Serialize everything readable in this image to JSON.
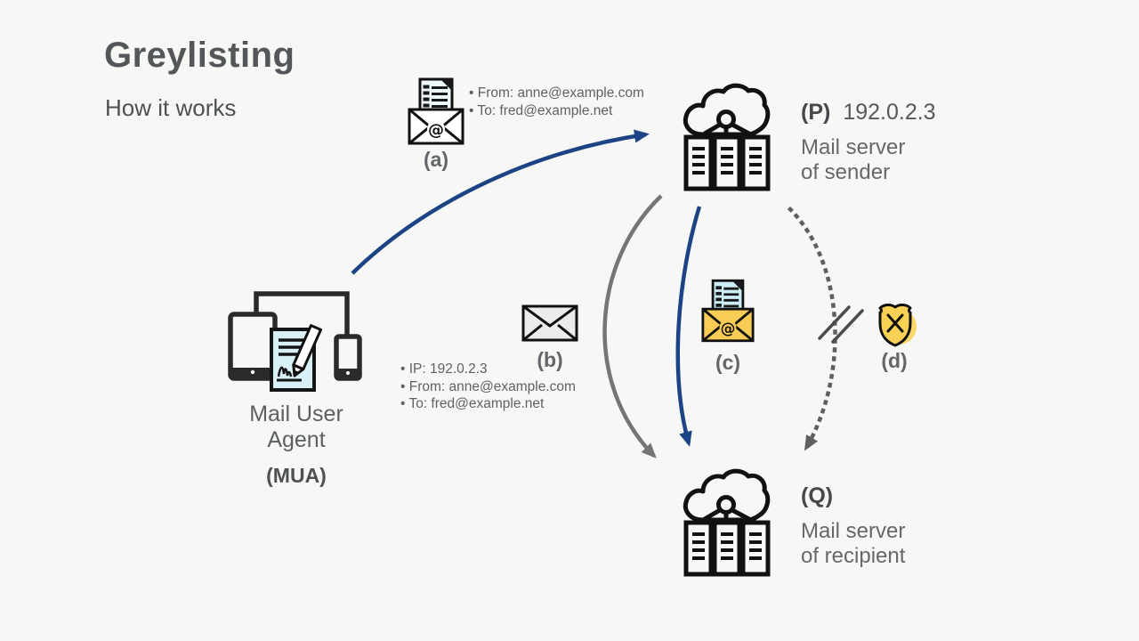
{
  "slide": {
    "title": "Greylisting",
    "subtitle": "How it works"
  },
  "colors": {
    "background": "#f7f7f6",
    "arrow_blue": "#1c4484",
    "arrow_gray": "#757575",
    "dotted_arrow_gray": "#5f5f5f",
    "envelope_yellow": "#f9cc55",
    "shield_yellow": "#f9d154",
    "document_blue": "#d8f1f6",
    "title_text": "#54575a",
    "body_text": "#64686b"
  },
  "mua": {
    "line1": "Mail User",
    "line2": "Agent",
    "abbr": "(MUA)"
  },
  "sender_server": {
    "tag": "(P)",
    "ip": "192.0.2.3",
    "line1": "Mail server",
    "line2": "of sender"
  },
  "recipient_server": {
    "tag": "(Q)",
    "line1": "Mail server",
    "line2": "of recipient"
  },
  "step_a": {
    "label": "(a)",
    "bullet1": "• From: anne@example.com",
    "bullet2": "• To: fred@example.net"
  },
  "step_b": {
    "label": "(b)",
    "bullet1": "• IP: 192.0.2.3",
    "bullet2": "• From: anne@example.com",
    "bullet3": "• To: fred@example.net"
  },
  "step_c": {
    "label": "(c)"
  },
  "step_d": {
    "label": "(d)"
  }
}
